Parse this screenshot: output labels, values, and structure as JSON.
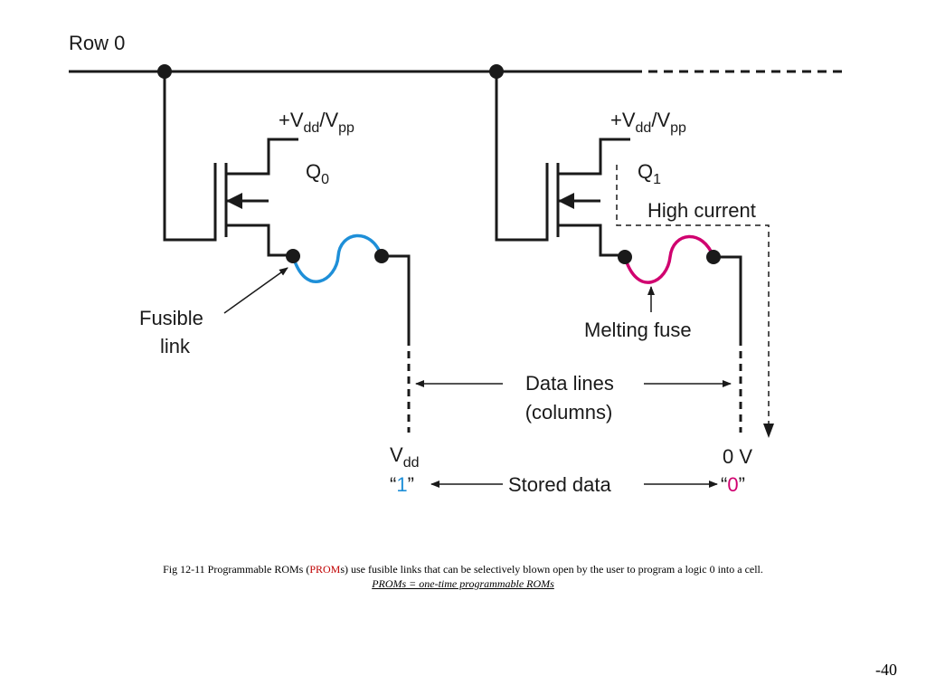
{
  "diagram": {
    "row_label": "Row 0",
    "supply_label": "+V",
    "supply_sub": "dd",
    "supply_sep": "/V",
    "supply_sub2": "pp",
    "q0_main": "Q",
    "q0_sub": "0",
    "q1_main": "Q",
    "q1_sub": "1",
    "high_current": "High current",
    "fusible_line1": "Fusible",
    "fusible_line2": "link",
    "melting_fuse": "Melting fuse",
    "data_lines_line1": "Data lines",
    "data_lines_line2": "(columns)",
    "vdd_main": "V",
    "vdd_sub": "dd",
    "zero_v": "0 V",
    "stored_data": "Stored data",
    "quote_open": "“",
    "quote_close": "”",
    "one": "1",
    "zero": "0",
    "colors": {
      "line": "#1a1a1a",
      "fuse_intact": "#1e8fd8",
      "fuse_blown": "#d0006f",
      "stored_one": "#1e8fd8",
      "stored_zero": "#d0006f"
    }
  },
  "caption": {
    "prefix": "Fig 12-11 Programmable ROMs (",
    "highlight": "PROM",
    "suffix": "s) use fusible links that can be selectively blown open by the user to program a logic 0 into a cell.",
    "line2": "PROMs = one-time programmable ROMs"
  },
  "page_number": "-40"
}
